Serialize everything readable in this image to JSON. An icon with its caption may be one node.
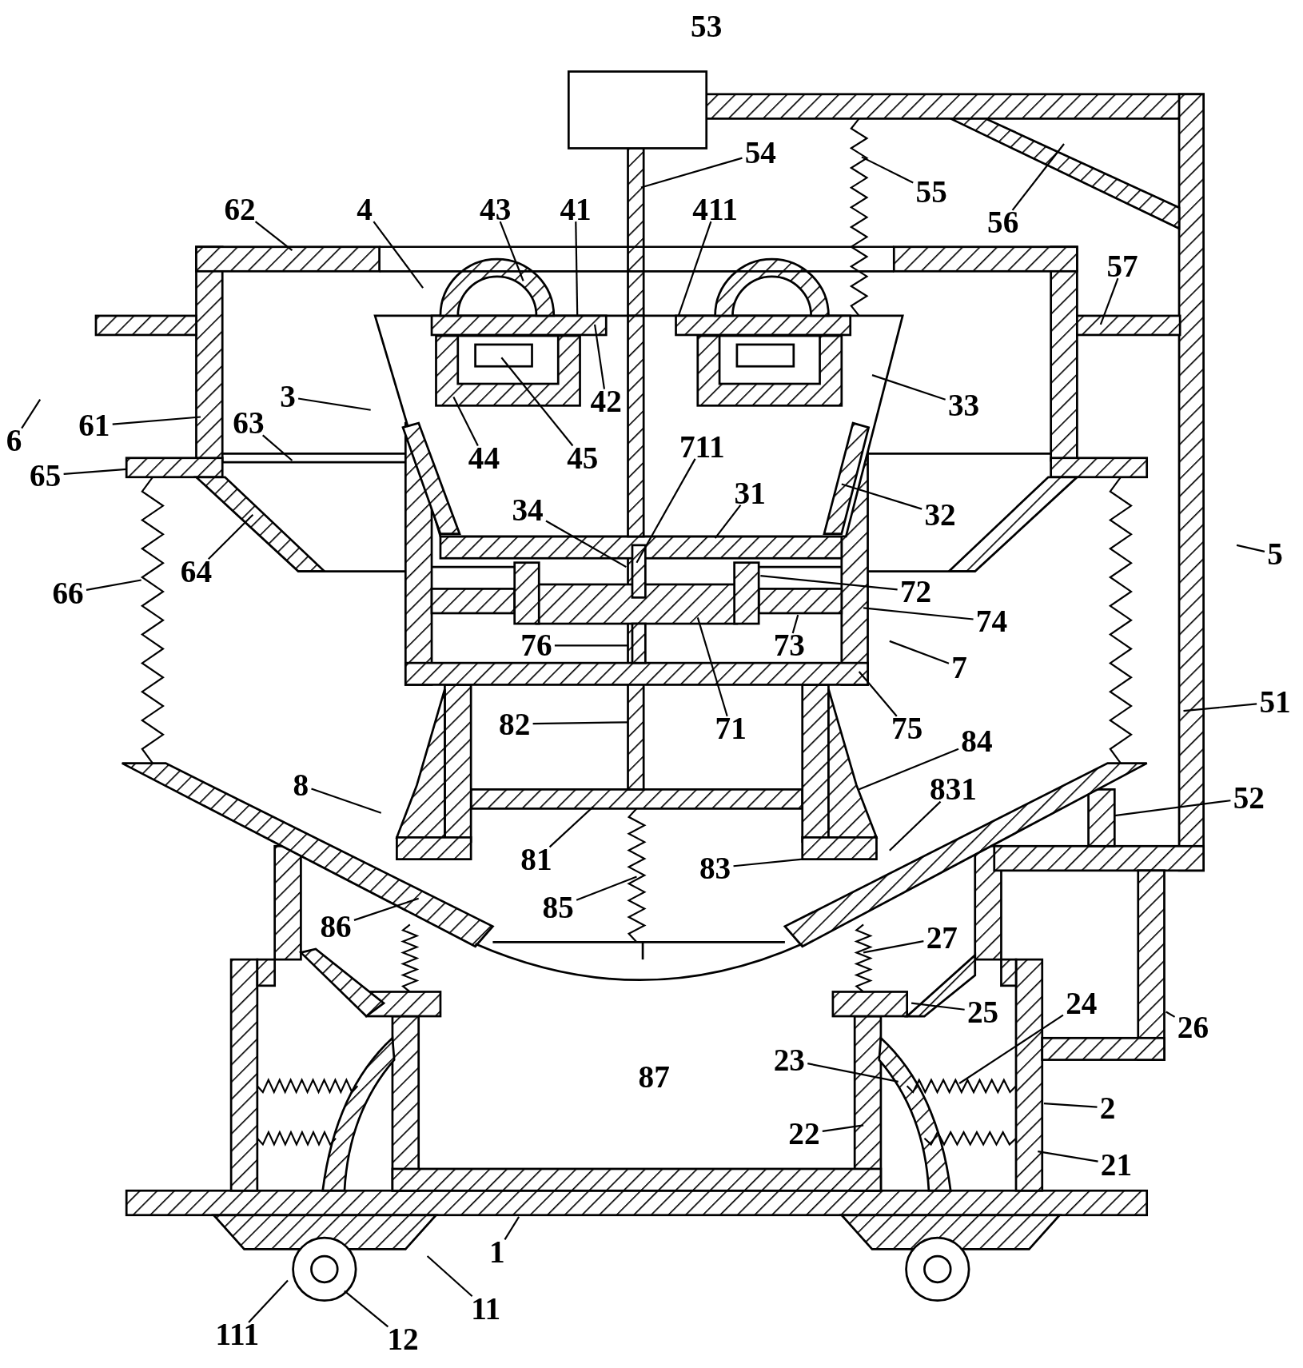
{
  "diagram": {
    "nodes": [
      {
        "text": [
          "53"
        ]
      },
      {
        "text": [
          "54"
        ]
      },
      {
        "text": [
          "55"
        ]
      },
      {
        "text": [
          "56"
        ]
      },
      {
        "text": [
          "62"
        ]
      },
      {
        "text": [
          "4"
        ]
      },
      {
        "text": [
          "43"
        ]
      },
      {
        "text": [
          "41"
        ]
      },
      {
        "text": [
          "411"
        ]
      },
      {
        "text": [
          "57"
        ]
      },
      {
        "text": [
          "42"
        ]
      },
      {
        "text": [
          "3"
        ]
      },
      {
        "text": [
          "33"
        ]
      },
      {
        "text": [
          "6"
        ]
      },
      {
        "text": [
          "61"
        ]
      },
      {
        "text": [
          "63"
        ]
      },
      {
        "text": [
          "44"
        ]
      },
      {
        "text": [
          "45"
        ]
      },
      {
        "text": [
          "711"
        ]
      },
      {
        "text": [
          "65"
        ]
      },
      {
        "text": [
          "31"
        ]
      },
      {
        "text": [
          "32"
        ]
      },
      {
        "text": [
          "34"
        ]
      },
      {
        "text": [
          "5"
        ]
      },
      {
        "text": [
          "64"
        ]
      },
      {
        "text": [
          "66"
        ]
      },
      {
        "text": [
          "72"
        ]
      },
      {
        "text": [
          "74"
        ]
      },
      {
        "text": [
          "76"
        ]
      },
      {
        "text": [
          "73"
        ]
      },
      {
        "text": [
          "7"
        ]
      },
      {
        "text": [
          "51"
        ]
      },
      {
        "text": [
          "82"
        ]
      },
      {
        "text": [
          "71"
        ]
      },
      {
        "text": [
          "75"
        ]
      },
      {
        "text": [
          "84"
        ]
      },
      {
        "text": [
          "8"
        ]
      },
      {
        "text": [
          "831"
        ]
      },
      {
        "text": [
          "52"
        ]
      },
      {
        "text": [
          "81"
        ]
      },
      {
        "text": [
          "83"
        ]
      },
      {
        "text": [
          "85"
        ]
      },
      {
        "text": [
          "86"
        ]
      },
      {
        "text": [
          "27"
        ]
      },
      {
        "text": [
          "25"
        ]
      },
      {
        "text": [
          "24"
        ]
      },
      {
        "text": [
          "26"
        ]
      },
      {
        "text": [
          "23"
        ]
      },
      {
        "text": [
          "87"
        ]
      },
      {
        "text": [
          "2"
        ]
      },
      {
        "text": [
          "22"
        ]
      },
      {
        "text": [
          "21"
        ]
      },
      {
        "text": [
          "1"
        ]
      },
      {
        "text": [
          "11"
        ]
      },
      {
        "text": [
          "111"
        ]
      },
      {
        "text": [
          "12"
        ]
      }
    ],
    "edges": [
      {
        "from": 1,
        "to": null,
        "arrow": "none"
      },
      {
        "from": 2,
        "to": null,
        "arrow": "none"
      },
      {
        "from": 3,
        "to": null,
        "arrow": "none"
      },
      {
        "from": 4,
        "to": null,
        "arrow": "none"
      },
      {
        "from": 5,
        "to": null,
        "arrow": "none"
      },
      {
        "from": 6,
        "to": null,
        "arrow": "none"
      },
      {
        "from": 7,
        "to": null,
        "arrow": "none"
      },
      {
        "from": 8,
        "to": null,
        "arrow": "none"
      },
      {
        "from": 9,
        "to": null,
        "arrow": "none"
      },
      {
        "from": 10,
        "to": null,
        "arrow": "none"
      },
      {
        "from": 11,
        "to": null,
        "arrow": "none"
      },
      {
        "from": 12,
        "to": null,
        "arrow": "none"
      },
      {
        "from": 13,
        "to": null,
        "arrow": "none"
      },
      {
        "from": 14,
        "to": null,
        "arrow": "none"
      },
      {
        "from": 15,
        "to": null,
        "arrow": "none"
      },
      {
        "from": 16,
        "to": null,
        "arrow": "none"
      },
      {
        "from": 17,
        "to": null,
        "arrow": "none"
      },
      {
        "from": 18,
        "to": null,
        "arrow": "none"
      },
      {
        "from": 19,
        "to": null,
        "arrow": "none"
      },
      {
        "from": 20,
        "to": null,
        "arrow": "none"
      },
      {
        "from": 21,
        "to": null,
        "arrow": "none"
      },
      {
        "from": 22,
        "to": null,
        "arrow": "none"
      },
      {
        "from": 23,
        "to": null,
        "arrow": "none"
      },
      {
        "from": 24,
        "to": null,
        "arrow": "none"
      },
      {
        "from": 25,
        "to": null,
        "arrow": "none"
      },
      {
        "from": 26,
        "to": null,
        "arrow": "none"
      },
      {
        "from": 27,
        "to": null,
        "arrow": "none"
      },
      {
        "from": 28,
        "to": null,
        "arrow": "none"
      },
      {
        "from": 29,
        "to": null,
        "arrow": "none"
      },
      {
        "from": 30,
        "to": null,
        "arrow": "none"
      },
      {
        "from": 31,
        "to": null,
        "arrow": "none"
      },
      {
        "from": 32,
        "to": null,
        "arrow": "none"
      },
      {
        "from": 33,
        "to": null,
        "arrow": "none"
      },
      {
        "from": 34,
        "to": null,
        "arrow": "none"
      },
      {
        "from": 35,
        "to": null,
        "arrow": "none"
      },
      {
        "from": 36,
        "to": null,
        "arrow": "none"
      },
      {
        "from": 37,
        "to": null,
        "arrow": "none"
      },
      {
        "from": 38,
        "to": null,
        "arrow": "none"
      },
      {
        "from": 39,
        "to": null,
        "arrow": "none"
      },
      {
        "from": 40,
        "to": null,
        "arrow": "none"
      },
      {
        "from": 41,
        "to": null,
        "arrow": "none"
      },
      {
        "from": 42,
        "to": null,
        "arrow": "none"
      },
      {
        "from": 43,
        "to": null,
        "arrow": "none"
      },
      {
        "from": 44,
        "to": null,
        "arrow": "none"
      },
      {
        "from": 45,
        "to": null,
        "arrow": "none"
      },
      {
        "from": 46,
        "to": null,
        "arrow": "none"
      },
      {
        "from": 47,
        "to": null,
        "arrow": "none"
      },
      {
        "from": 49,
        "to": null,
        "arrow": "none"
      },
      {
        "from": 50,
        "to": null,
        "arrow": "none"
      },
      {
        "from": 51,
        "to": null,
        "arrow": "none"
      },
      {
        "from": 52,
        "to": null,
        "arrow": "none"
      },
      {
        "from": 53,
        "to": null,
        "arrow": "none"
      },
      {
        "from": 54,
        "to": null,
        "arrow": "none"
      },
      {
        "from": 55,
        "to": null,
        "arrow": "none"
      }
    ]
  }
}
